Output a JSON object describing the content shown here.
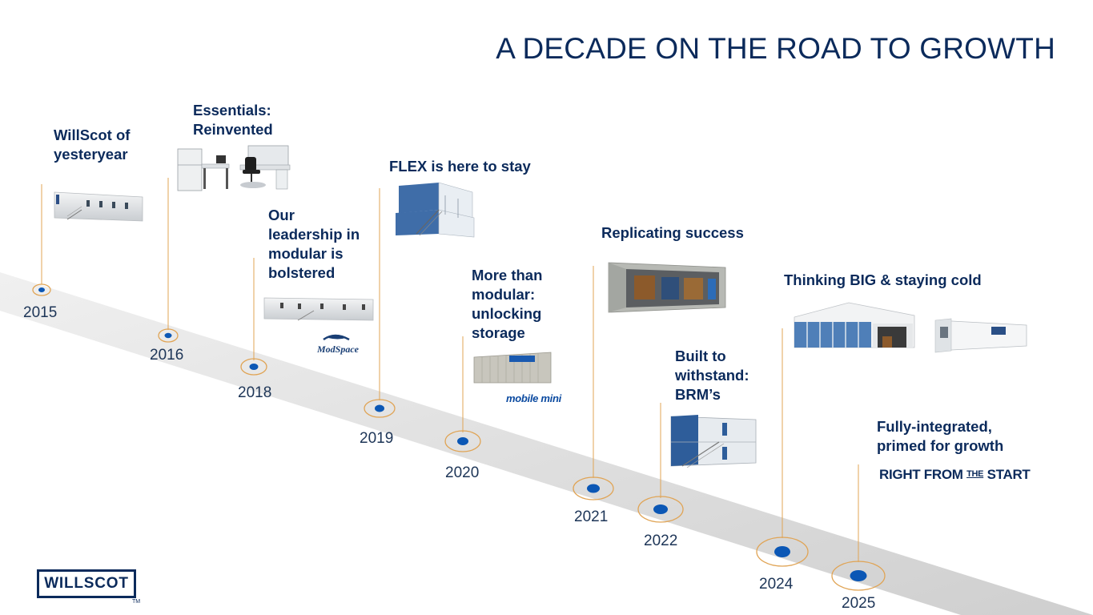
{
  "title": "A DECADE ON THE ROAD TO GROWTH",
  "milestones": [
    {
      "year": "2015",
      "heading": [
        "WillScot of",
        "yesteryear"
      ]
    },
    {
      "year": "2016",
      "heading": [
        "Essentials:",
        "Reinvented"
      ]
    },
    {
      "year": "2018",
      "heading": [
        "Our",
        "leadership in",
        "modular is",
        "bolstered"
      ]
    },
    {
      "year": "2019",
      "heading": [
        "FLEX is here to stay"
      ]
    },
    {
      "year": "2020",
      "heading": [
        "More than",
        "modular:",
        "unlocking",
        "storage"
      ]
    },
    {
      "year": "2021",
      "heading": [
        "Replicating success"
      ]
    },
    {
      "year": "2022",
      "heading": [
        "Built to",
        "withstand:",
        "BRM’s"
      ]
    },
    {
      "year": "2024",
      "heading": [
        "Thinking BIG & staying cold"
      ]
    },
    {
      "year": "2025",
      "heading": [
        "Fully-integrated,",
        "primed for growth"
      ]
    }
  ],
  "logos": {
    "willscot": "WILLSCOT",
    "trademark": "TM",
    "modspace": "ModSpace",
    "mobile_mini": "mobile mini",
    "right_from_the_start": {
      "pre": "RIGHT FROM ",
      "the": "THE",
      "post": " START"
    }
  },
  "colors": {
    "navy": "#0b2a5b",
    "dot_blue": "#0b57b5",
    "ring_orange": "#e0a455",
    "road_gray": "#d8d8d8"
  },
  "icons": [
    "office-trailer-image",
    "office-furniture-image",
    "modspace-trailer-image",
    "flex-building-image",
    "storage-container-image",
    "shipping-container-interior-image",
    "brm-stacked-units-image",
    "tension-structure-image",
    "refrigerated-container-image"
  ]
}
